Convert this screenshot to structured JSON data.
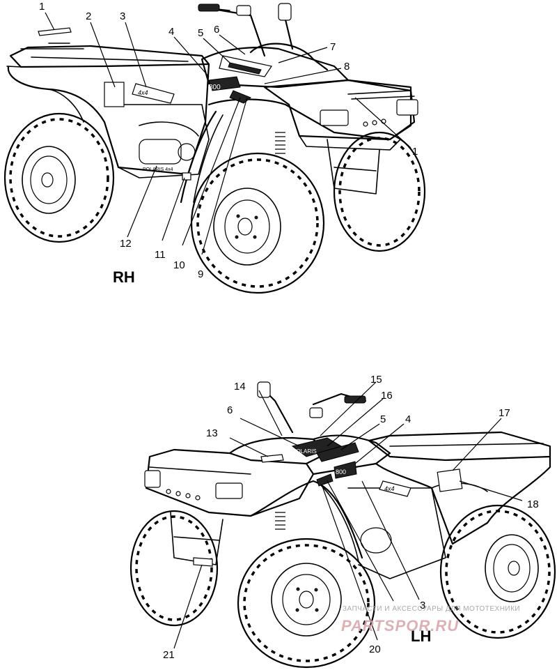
{
  "views": [
    {
      "label": "RH",
      "callouts": [
        "1",
        "2",
        "3",
        "4",
        "5",
        "6",
        "7",
        "8",
        "1",
        "9",
        "10",
        "11",
        "12"
      ]
    },
    {
      "label": "LH",
      "callouts": [
        "14",
        "15",
        "16",
        "6",
        "5",
        "4",
        "17",
        "13",
        "18",
        "21",
        "20",
        "3"
      ]
    }
  ],
  "watermark": {
    "text": "ЗАПЧАСТИ И АКСЕССУАРЫ ДЛЯ МОТОТЕХНИКИ",
    "logo": "PARTSPOR.RU"
  },
  "colors": {
    "line": "#000000",
    "background": "#ffffff",
    "watermark_logo": "#d9a3a8",
    "watermark_text": "#9a9a9a"
  }
}
